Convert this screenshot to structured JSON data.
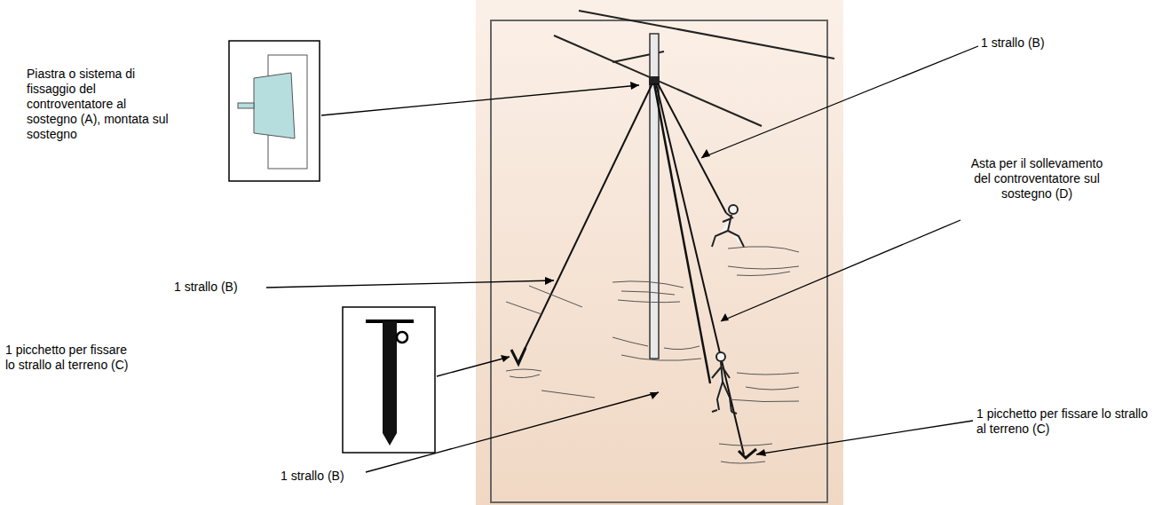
{
  "diagram": {
    "labels": [
      "Piastra o sistema di fissaggio del controventatore al sostegno (A), montata sul sostegno",
      "1 strallo (B)",
      "1 strallo (B)",
      "Asta per il sollevamento del controventatore sul sostegno (D)",
      "1 picchetto per fissare lo strallo al terreno (C)",
      "1 picchetto per fissare lo strallo al terreno (C)",
      "1 strallo (B)"
    ]
  }
}
